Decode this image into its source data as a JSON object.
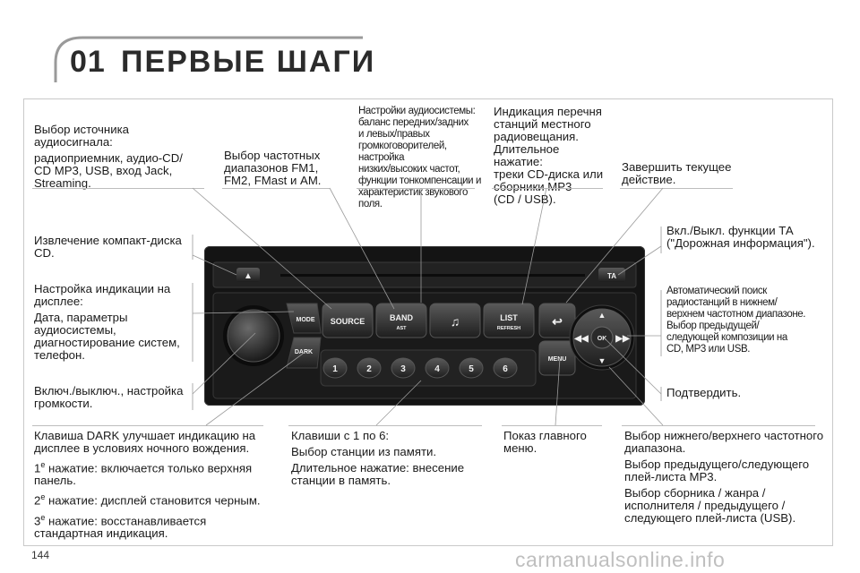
{
  "header": {
    "chapter_number": "01",
    "chapter_title": "ПЕРВЫЕ ШАГИ"
  },
  "labels": {
    "source_select": {
      "lines": [
        "Выбор источника\nаудиосигнала:",
        "радиоприемник, аудио-CD/\nCD MP3, USB, вход Jack,\nStreaming."
      ]
    },
    "band_select": "Выбор частотных\nдиапазонов FM1,\nFM2, FMast и AM.",
    "audio_settings": "Настройки аудиосистемы:\nбаланс передних/задних\nи левых/правых\nгромкоговорителей, настройка\nнизких/высоких частот,\nфункции тонкомпенсации и\nхарактеристик звукового поля.",
    "station_list": "Индикация перечня\nстанций местного\nрадиовещания.\nДлительное нажатие:\nтреки CD-диска или\nсборники MP3\n(CD / USB).",
    "finish_action": "Завершить текущее\nдействие.",
    "eject": "Извлечение компакт-диска\nCD.",
    "display_settings": {
      "lines": [
        "Настройка индикации на\nдисплее:",
        "Дата, параметры\nаудиосистемы,\nдиагностирование систем,\nтелефон."
      ]
    },
    "ta_toggle": "Вкл./Выкл. функции ТА\n(\"Дорожная информация\").",
    "auto_search": "Автоматический поиск\nрадиостанций в нижнем/\nверхнем частотном диапазоне.\nВыбор предыдущей/\nследующей композиции на\nCD, MP3 или USB.",
    "power_volume": "Включ./выключ., настройка\nгромкости.",
    "confirm": "Подтвердить.",
    "dark_key": {
      "intro": "Клавиша DARK улучшает индикацию на\nдисплее в условиях ночного вождения.",
      "items": [
        {
          "ord": "1",
          "sup": "е",
          "text": " нажатие: включается только верхняя\n                 панель."
        },
        {
          "ord": "2",
          "sup": "е",
          "text": " нажатие: дисплей становится черным."
        },
        {
          "ord": "3",
          "sup": "е",
          "text": " нажатие: восстанавливается\n                 стандартная индикация."
        }
      ]
    },
    "preset_keys": {
      "lines": [
        "Клавиши с 1 по 6:",
        "Выбор станции из памяти.",
        "Длительное нажатие: внесение\nстанции в память."
      ]
    },
    "main_menu": "Показ главного\nменю.",
    "range_select": {
      "lines": [
        "Выбор нижнего/верхнего частотного\nдиапазона.",
        "Выбор предыдущего/следующего\nплей-листа MP3.",
        "Выбор сборника / жанра /\nисполнителя / предыдущего /\nследующего плей-листа (USB)."
      ]
    }
  },
  "radio_buttons": {
    "source": "SOURCE",
    "band": "BAND",
    "band_sub": "AST",
    "music": "♫",
    "list": "LIST",
    "list_sub": "REFRESH",
    "back": "↩",
    "mode": "MODE",
    "dark": "DARK",
    "menu": "MENU",
    "ta": "TA",
    "ok": "OK",
    "eject": "▲",
    "presets": [
      "1",
      "2",
      "3",
      "4",
      "5",
      "6"
    ]
  },
  "footer": {
    "page_number": "144",
    "watermark": "carmanualsonline.info"
  }
}
